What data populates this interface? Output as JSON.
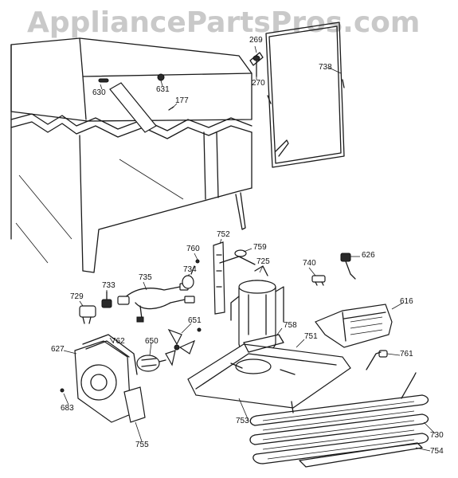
{
  "watermark": "AppliancePartsPros.com",
  "callouts": [
    {
      "id": "269",
      "text": "269"
    },
    {
      "id": "270",
      "text": "270"
    },
    {
      "id": "738",
      "text": "738"
    },
    {
      "id": "630",
      "text": "630"
    },
    {
      "id": "631",
      "text": "631"
    },
    {
      "id": "177",
      "text": "177"
    },
    {
      "id": "760",
      "text": "760"
    },
    {
      "id": "752",
      "text": "752"
    },
    {
      "id": "759",
      "text": "759"
    },
    {
      "id": "725",
      "text": "725"
    },
    {
      "id": "740",
      "text": "740"
    },
    {
      "id": "626",
      "text": "626"
    },
    {
      "id": "729",
      "text": "729"
    },
    {
      "id": "733",
      "text": "733"
    },
    {
      "id": "735",
      "text": "735"
    },
    {
      "id": "734",
      "text": "734"
    },
    {
      "id": "616",
      "text": "616"
    },
    {
      "id": "651",
      "text": "651"
    },
    {
      "id": "758",
      "text": "758"
    },
    {
      "id": "751",
      "text": "751"
    },
    {
      "id": "761",
      "text": "761"
    },
    {
      "id": "627",
      "text": "627"
    },
    {
      "id": "762",
      "text": "762"
    },
    {
      "id": "650",
      "text": "650"
    },
    {
      "id": "683",
      "text": "683"
    },
    {
      "id": "755",
      "text": "755"
    },
    {
      "id": "753",
      "text": "753"
    },
    {
      "id": "730",
      "text": "730"
    },
    {
      "id": "754",
      "text": "754"
    }
  ]
}
